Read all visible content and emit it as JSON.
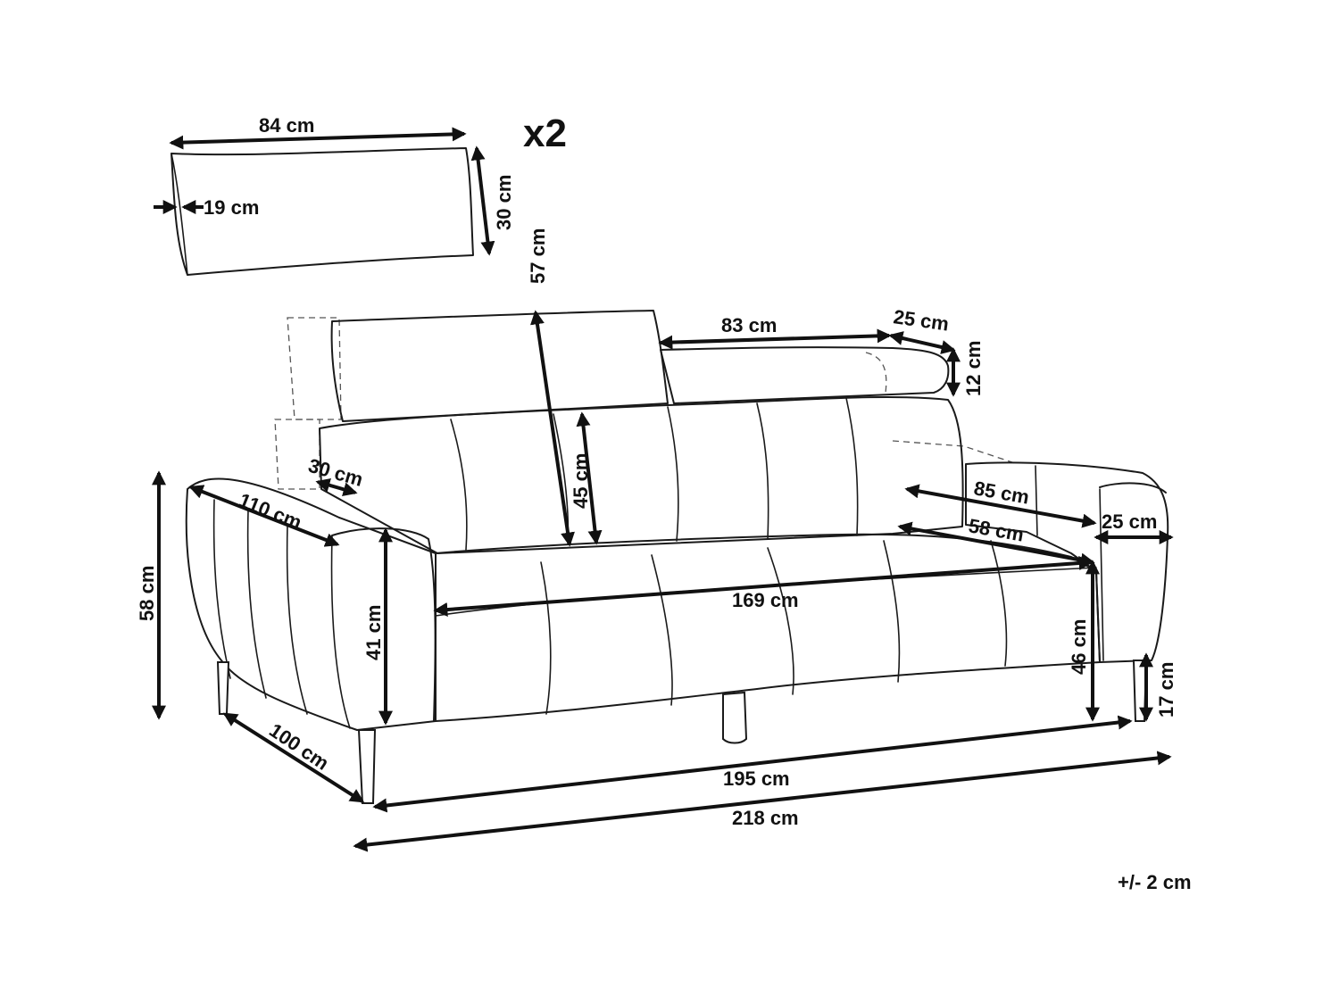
{
  "pillow": {
    "quantity_label": "x2",
    "length": "84 cm",
    "depth": "19 cm",
    "height": "30 cm"
  },
  "headrest": {
    "height_raised": "57 cm",
    "height_lowered": "45 cm",
    "depth": "30 cm"
  },
  "armrest_top": {
    "length": "83 cm",
    "width": "25 cm",
    "thickness": "12 cm"
  },
  "sofa": {
    "arm_length": "110 cm",
    "arm_height": "41 cm",
    "total_height": "58 cm",
    "total_depth": "100 cm",
    "seat_depth_outer": "85 cm",
    "seat_depth_inner": "58 cm",
    "arm_width": "25 cm",
    "seat_width": "169 cm",
    "seat_height": "46 cm",
    "leg_height": "17 cm",
    "inner_width": "195 cm",
    "total_width": "218 cm"
  },
  "tolerance": "+/- 2 cm"
}
